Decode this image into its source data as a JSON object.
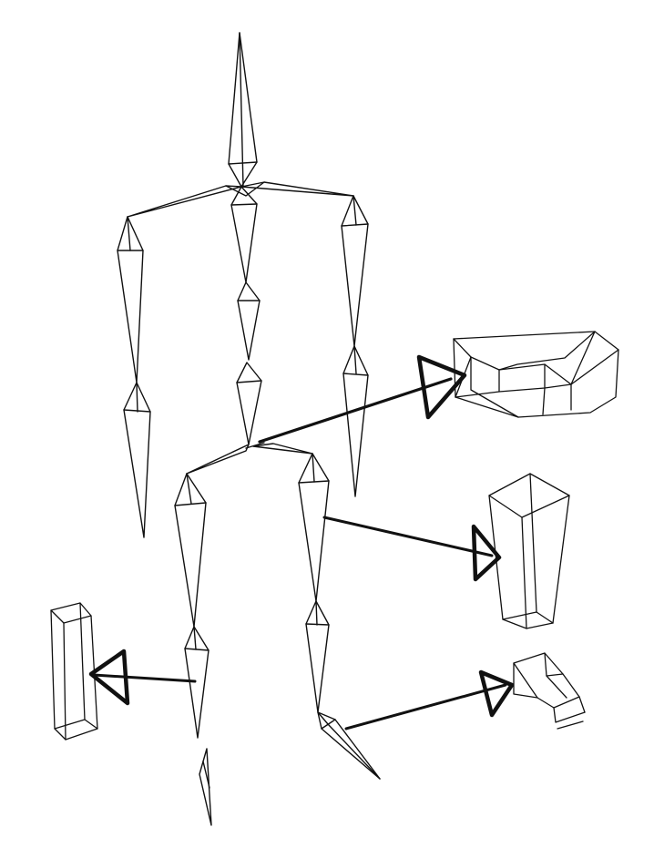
{
  "figure": {
    "description_visible_text": "",
    "colors": {
      "background": "#ffffff",
      "ink": "#111111"
    },
    "parts": [
      {
        "name": "skeleton-figure",
        "shape": "octahedral bone wireframe"
      },
      {
        "name": "pelvis-box",
        "shape": "faceted pelvis block"
      },
      {
        "name": "thigh-prism",
        "shape": "tapered box"
      },
      {
        "name": "shin-prism",
        "shape": "tall thin box"
      },
      {
        "name": "foot-block",
        "shape": "wedge block"
      }
    ],
    "arrows": [
      {
        "from": "pelvis",
        "to": "pelvis-box"
      },
      {
        "from": "left-thigh",
        "to": "thigh-prism"
      },
      {
        "from": "right-shin",
        "to": "shin-prism"
      },
      {
        "from": "left-foot",
        "to": "foot-block"
      }
    ]
  }
}
